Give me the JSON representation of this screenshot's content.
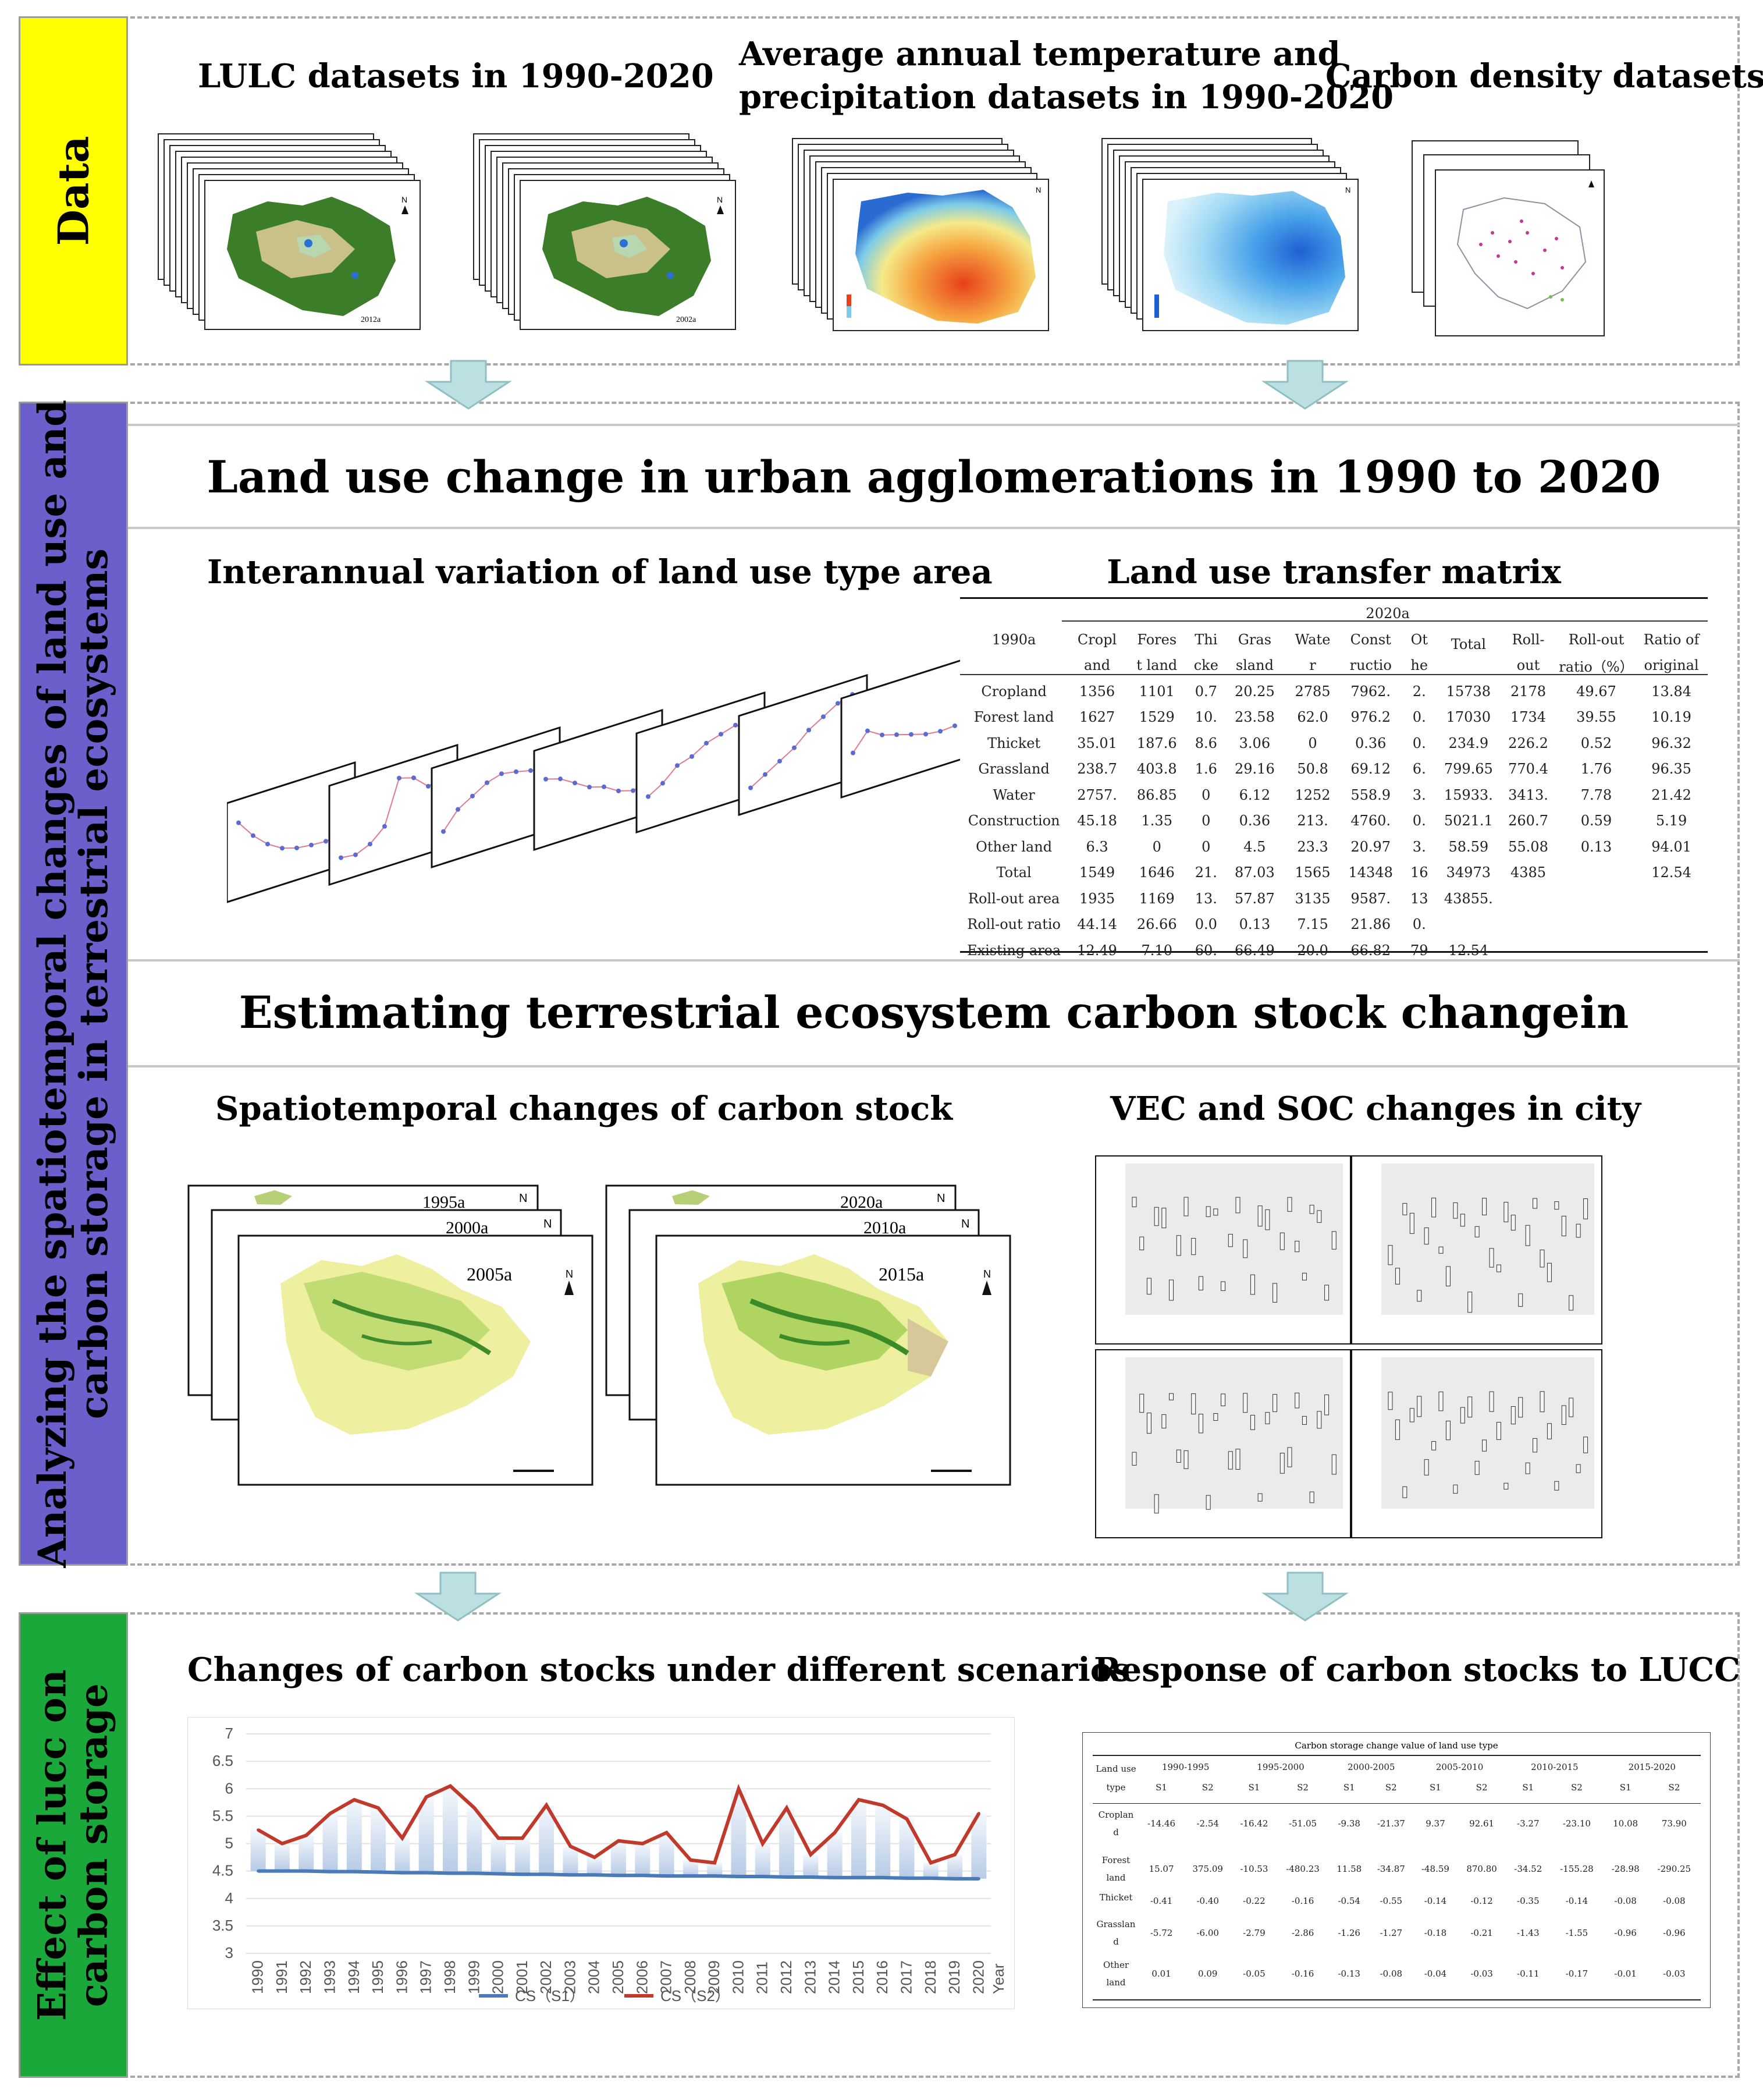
{
  "sections": {
    "data": {
      "label": "Data",
      "color": "#ffff00"
    },
    "analysis": {
      "label_line1": "Analyzing the spatiotemporal changes of land use and",
      "label_line2": "carbon storage in terrestrial ecosystems",
      "color": "#6b5fcc"
    },
    "effect": {
      "label_line1": "Effect of lucc on",
      "label_line2": "carbon storage",
      "color": "#1aa83a"
    }
  },
  "data_titles": {
    "lulc": "LULC datasets in 1990-2020",
    "climate_line1": "Average annual temperature and",
    "climate_line2": "precipitation datasets in 1990-2020",
    "carbon": "Carbon density datasets"
  },
  "map_labels": {
    "lulc_a": "2012a",
    "lulc_b": "2002a"
  },
  "headings": {
    "land_use_change": "Land use change in urban agglomerations in 1990 to 2020",
    "interannual": "Interannual variation of land use type area",
    "transfer_matrix": "Land use transfer matrix",
    "estimating": "Estimating terrestrial ecosystem carbon stock changein",
    "spatiotemporal": "Spatiotemporal changes of carbon stock",
    "vec_soc": "VEC and SOC changes in city",
    "scenarios": "Changes of carbon stocks under different scenarios",
    "response": "Response of carbon stocks to LUCC"
  },
  "carbon_maps": {
    "group1": [
      "1995a",
      "2000a",
      "2005a"
    ],
    "group2": [
      "2020a",
      "2010a",
      "2015a"
    ]
  },
  "transfer_matrix": {
    "top_header": "2020a",
    "corner": "1990a",
    "columns": [
      [
        "Cropl",
        "and"
      ],
      [
        "Fores",
        "t land"
      ],
      [
        "Thi",
        "cke"
      ],
      [
        "Gras",
        "sland"
      ],
      [
        "Wate",
        "r"
      ],
      [
        "Const",
        "ructio"
      ],
      [
        "Ot",
        "he"
      ],
      [
        "Total",
        ""
      ],
      [
        "Roll-",
        "out"
      ],
      [
        "Roll-out",
        "ratio（%）"
      ],
      [
        "Ratio of",
        "original"
      ]
    ],
    "rows": [
      [
        "Cropland",
        "1356",
        "1101",
        "0.7",
        "20.25",
        "2785",
        "7962.",
        "2.",
        "15738",
        "2178",
        "49.67",
        "13.84"
      ],
      [
        "Forest land",
        "1627",
        "1529",
        "10.",
        "23.58",
        "62.0",
        "976.2",
        "0.",
        "17030",
        "1734",
        "39.55",
        "10.19"
      ],
      [
        "Thicket",
        "35.01",
        "187.6",
        "8.6",
        "3.06",
        "0",
        "0.36",
        "0.",
        "234.9",
        "226.2",
        "0.52",
        "96.32"
      ],
      [
        "Grassland",
        "238.7",
        "403.8",
        "1.6",
        "29.16",
        "50.8",
        "69.12",
        "6.",
        "799.65",
        "770.4",
        "1.76",
        "96.35"
      ],
      [
        "Water",
        "2757.",
        "86.85",
        "0",
        "6.12",
        "1252",
        "558.9",
        "3.",
        "15933.",
        "3413.",
        "7.78",
        "21.42"
      ],
      [
        "Construction",
        "45.18",
        "1.35",
        "0",
        "0.36",
        "213.",
        "4760.",
        "0.",
        "5021.1",
        "260.7",
        "0.59",
        "5.19"
      ],
      [
        "Other land",
        "6.3",
        "0",
        "0",
        "4.5",
        "23.3",
        "20.97",
        "3.",
        "58.59",
        "55.08",
        "0.13",
        "94.01"
      ],
      [
        "Total",
        "1549",
        "1646",
        "21.",
        "87.03",
        "1565",
        "14348",
        "16",
        "34973",
        "4385",
        "",
        "12.54"
      ],
      [
        "Roll-out area",
        "1935",
        "1169",
        "13.",
        "57.87",
        "3135",
        "9587.",
        "13",
        "43855.",
        "",
        "",
        ""
      ],
      [
        "Roll-out ratio",
        "44.14",
        "26.66",
        "0.0",
        "0.13",
        "7.15",
        "21.86",
        "0.",
        "",
        "",
        "",
        ""
      ],
      [
        "Existing area",
        "12.49",
        "7.10",
        "60.",
        "66.49",
        "20.0",
        "66.82",
        "79",
        "12.54",
        "",
        "",
        ""
      ]
    ]
  },
  "chart_data": {
    "type": "line",
    "x": [
      "1990",
      "1991",
      "1992",
      "1993",
      "1994",
      "1995",
      "1996",
      "1997",
      "1998",
      "1999",
      "2000",
      "2001",
      "2002",
      "2003",
      "2004",
      "2005",
      "2006",
      "2007",
      "2008",
      "2009",
      "2010",
      "2011",
      "2012",
      "2013",
      "2014",
      "2015",
      "2016",
      "2017",
      "2018",
      "2019",
      "2020"
    ],
    "xlabel": "Year",
    "ylabel": "",
    "ylim": [
      3,
      7
    ],
    "yticks": [
      "7",
      "6.5",
      "6",
      "5.5",
      "5",
      "4.5",
      "4",
      "3.5",
      "3"
    ],
    "legend_position": "bottom",
    "series": [
      {
        "name": "CS（S1）",
        "color": "#4a7ab8",
        "values": [
          4.5,
          4.5,
          4.5,
          4.49,
          4.49,
          4.48,
          4.47,
          4.47,
          4.46,
          4.46,
          4.45,
          4.44,
          4.44,
          4.43,
          4.43,
          4.42,
          4.42,
          4.41,
          4.41,
          4.41,
          4.4,
          4.4,
          4.39,
          4.39,
          4.38,
          4.38,
          4.38,
          4.37,
          4.37,
          4.36,
          4.36
        ]
      },
      {
        "name": "CS（S2）",
        "color": "#c0392b",
        "values": [
          5.25,
          5.0,
          5.15,
          5.55,
          5.8,
          5.65,
          5.1,
          5.85,
          6.05,
          5.65,
          5.1,
          5.1,
          5.7,
          4.95,
          4.75,
          5.05,
          5.0,
          5.2,
          4.7,
          4.65,
          6.0,
          5.0,
          5.65,
          4.8,
          5.2,
          5.8,
          5.7,
          5.45,
          4.65,
          4.8,
          5.55
        ]
      }
    ]
  },
  "cs_table": {
    "title": "Carbon storage change value of land use type",
    "corner_line1": "Land use",
    "corner_line2": "type",
    "periods": [
      "1990-1995",
      "1995-2000",
      "2000-2005",
      "2005-2010",
      "2010-2015",
      "2015-2020"
    ],
    "subheaders": [
      "S1",
      "S2"
    ],
    "rows": [
      {
        "label1": "Croplan",
        "label2": "d",
        "values": [
          "-14.46",
          "-2.54",
          "-16.42",
          "-51.05",
          "-9.38",
          "-21.37",
          "9.37",
          "92.61",
          "-3.27",
          "-23.10",
          "10.08",
          "73.90"
        ]
      },
      {
        "label1": "Forest",
        "label2": "land",
        "values": [
          "15.07",
          "375.09",
          "-10.53",
          "-480.23",
          "11.58",
          "-34.87",
          "-48.59",
          "870.80",
          "-34.52",
          "-155.28",
          "-28.98",
          "-290.25"
        ]
      },
      {
        "label1": "Thicket",
        "label2": "",
        "values": [
          "-0.41",
          "-0.40",
          "-0.22",
          "-0.16",
          "-0.54",
          "-0.55",
          "-0.14",
          "-0.12",
          "-0.35",
          "-0.14",
          "-0.08",
          "-0.08"
        ]
      },
      {
        "label1": "Grasslan",
        "label2": "d",
        "values": [
          "-5.72",
          "-6.00",
          "-2.79",
          "-2.86",
          "-1.26",
          "-1.27",
          "-0.18",
          "-0.21",
          "-1.43",
          "-1.55",
          "-0.96",
          "-0.96"
        ]
      },
      {
        "label1": "Other",
        "label2": "land",
        "values": [
          "0.01",
          "0.09",
          "-0.05",
          "-0.16",
          "-0.13",
          "-0.08",
          "-0.04",
          "-0.03",
          "-0.11",
          "-0.17",
          "-0.01",
          "-0.03"
        ]
      }
    ]
  }
}
